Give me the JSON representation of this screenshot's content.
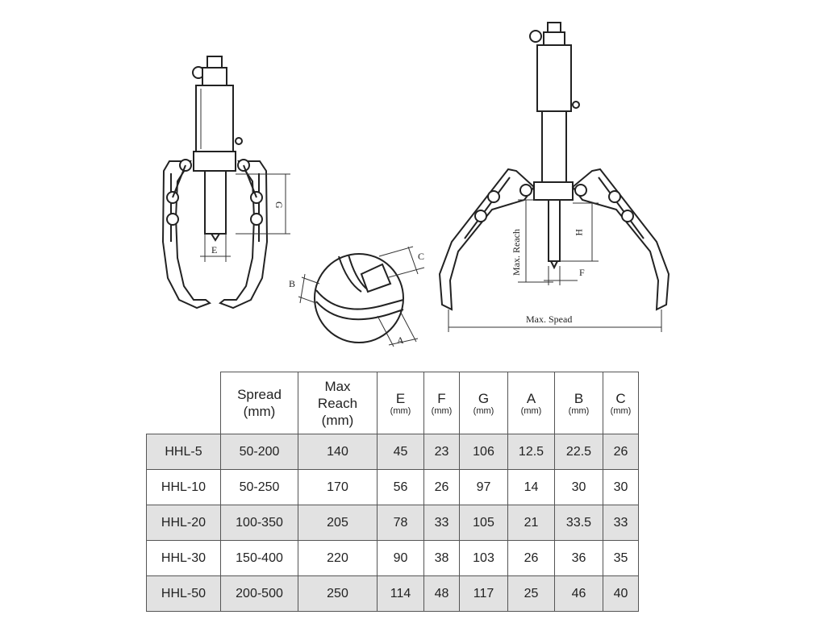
{
  "diagram": {
    "labels": {
      "e": "E",
      "g": "G",
      "a": "A",
      "b": "B",
      "c": "C",
      "h": "H",
      "f": "F",
      "max_reach": "Max. Reach",
      "max_spread": "Max. Spead"
    }
  },
  "table": {
    "columns": [
      {
        "label": "",
        "unit": ""
      },
      {
        "label": "Spread",
        "unit": "(mm)"
      },
      {
        "label": "Max Reach",
        "unit": "(mm)"
      },
      {
        "label": "E",
        "unit": "(mm)"
      },
      {
        "label": "F",
        "unit": "(mm)"
      },
      {
        "label": "G",
        "unit": "(mm)"
      },
      {
        "label": "A",
        "unit": "(mm)"
      },
      {
        "label": "B",
        "unit": "(mm)"
      },
      {
        "label": "C",
        "unit": "(mm)"
      }
    ],
    "rows": [
      [
        "HHL-5",
        "50-200",
        "140",
        "45",
        "23",
        "106",
        "12.5",
        "22.5",
        "26"
      ],
      [
        "HHL-10",
        "50-250",
        "170",
        "56",
        "26",
        "97",
        "14",
        "30",
        "30"
      ],
      [
        "HHL-20",
        "100-350",
        "205",
        "78",
        "33",
        "105",
        "21",
        "33.5",
        "33"
      ],
      [
        "HHL-30",
        "150-400",
        "220",
        "90",
        "38",
        "103",
        "26",
        "36",
        "35"
      ],
      [
        "HHL-50",
        "200-500",
        "250",
        "114",
        "48",
        "117",
        "25",
        "46",
        "40"
      ]
    ]
  }
}
